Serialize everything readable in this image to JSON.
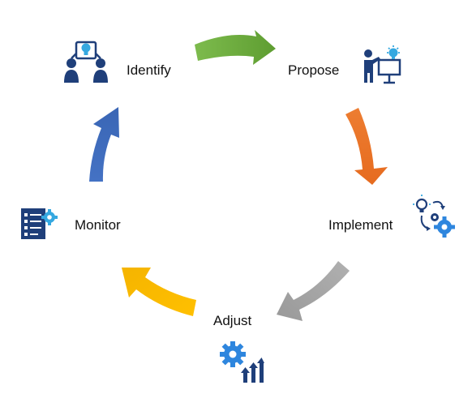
{
  "steps": [
    {
      "label": "Identify",
      "icon": "idea-meeting-icon",
      "arrow_color": "#6aaa3a"
    },
    {
      "label": "Propose",
      "icon": "presentation-idea-icon",
      "arrow_color": "#e8762b"
    },
    {
      "label": "Implement",
      "icon": "idea-to-gears-icon",
      "arrow_color": "#a6a6a6"
    },
    {
      "label": "Adjust",
      "icon": "gears-growth-icon",
      "arrow_color": "#ffc000"
    },
    {
      "label": "Monitor",
      "icon": "checklist-gear-icon",
      "arrow_color": "#4472c4"
    }
  ],
  "colors": {
    "icon_navy": "#1f3f7a",
    "icon_blue": "#2e86de",
    "icon_light_blue": "#35a8e0"
  }
}
